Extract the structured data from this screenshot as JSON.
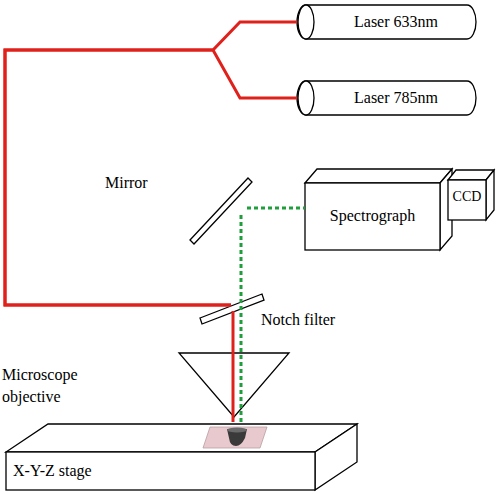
{
  "diagram": {
    "nodes": [
      {
        "text": [
          "Laser 633nm"
        ]
      },
      {
        "text": [
          "Laser 785nm"
        ]
      },
      {
        "text": [
          "Mirror"
        ]
      },
      {
        "text": [
          "Spectrograph"
        ]
      },
      {
        "text": [
          "CCD"
        ]
      },
      {
        "text": [
          "Notch filter"
        ]
      },
      {
        "text": [
          "Microscope objective"
        ]
      },
      {
        "text": [
          "X-Y-Z stage"
        ]
      }
    ],
    "edges": [
      {
        "from": 0,
        "to": 5,
        "arrow": "none"
      },
      {
        "from": 1,
        "to": 5,
        "arrow": "none"
      },
      {
        "from": 5,
        "to": 7,
        "arrow": "none"
      },
      {
        "from": 7,
        "to": 2,
        "arrow": "none"
      },
      {
        "from": 2,
        "to": 3,
        "arrow": "none"
      }
    ]
  }
}
